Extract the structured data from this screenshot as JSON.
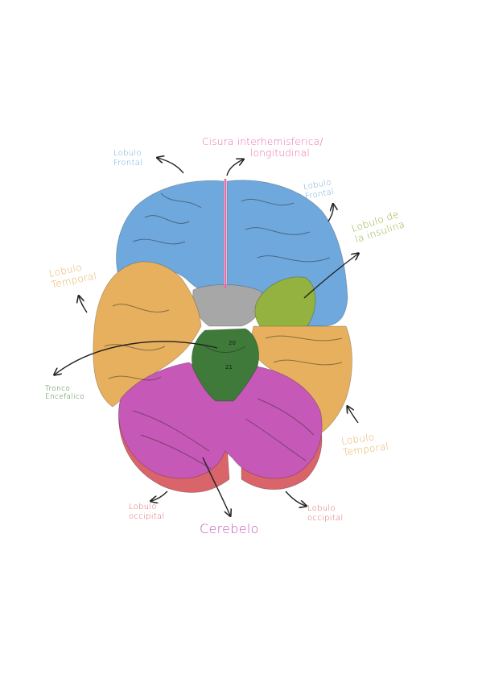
{
  "colors": {
    "frontal": "#6fa8dc",
    "temporal": "#e6b05e",
    "insula": "#93b23f",
    "brainstem": "#3f7a3a",
    "cerebellum": "#c659b7",
    "occipital": "#d9646a",
    "fissure": "#e86aa8",
    "center": "#a7a7a7",
    "arrow": "#222222"
  },
  "labels": {
    "frontal_left": {
      "line1": "Lobulo",
      "line2": "Frontal"
    },
    "fissure": {
      "line1": "Cisura interhemisferica/",
      "line2": "longitudinal"
    },
    "frontal_right": {
      "line1": "Lobulo",
      "line2": "Frontal"
    },
    "insula": {
      "line1": "Lobulo de",
      "line2": "la insulina"
    },
    "temporal_left": {
      "line1": "Lobulo",
      "line2": "Temporal"
    },
    "brainstem": {
      "line1": "Tronco",
      "line2": "Encefalico"
    },
    "temporal_right": {
      "line1": "Lobulo",
      "line2": "Temporal"
    },
    "occipital_left": {
      "line1": "Lobulo",
      "line2": "occipital"
    },
    "cerebellum": {
      "line1": "Cerebelo"
    },
    "occipital_right": {
      "line1": "Lobulo",
      "line2": "occipital"
    }
  },
  "figure_numbers": {
    "n20": "20",
    "n21": "21"
  }
}
